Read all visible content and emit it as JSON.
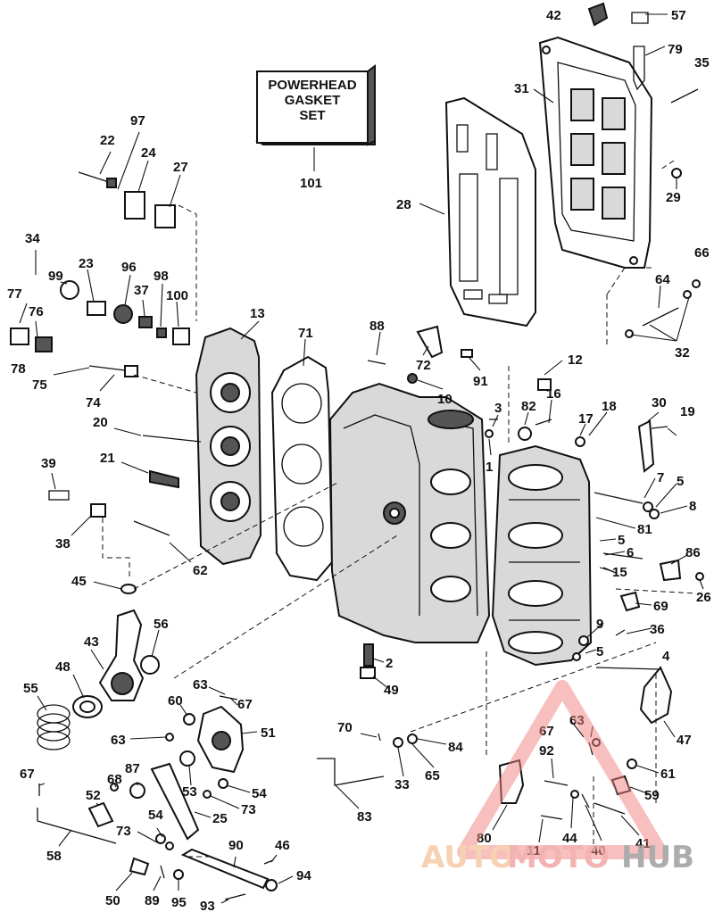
{
  "gasket_set": {
    "line1": "POWERHEAD",
    "line2": "GASKET",
    "line3": "SET"
  },
  "watermark": {
    "part1": "AUTO",
    "part2": "MOTO",
    "part3": "HUB",
    "color_auto": "#f5c9a6",
    "color_moto": "#f3a6a6",
    "color_hub": "#9e9e9e",
    "triangle_color": "#f08080"
  },
  "callouts": {
    "n1": "1",
    "n2": "2",
    "n3": "3",
    "n4": "4",
    "n5a": "5",
    "n5b": "5",
    "n5c": "5",
    "n6": "6",
    "n7": "7",
    "n8": "8",
    "n9": "9",
    "n10": "10",
    "n11": "11",
    "n12": "12",
    "n13": "13",
    "n15": "15",
    "n16": "16",
    "n17": "17",
    "n18": "18",
    "n19": "19",
    "n20": "20",
    "n21": "21",
    "n22": "22",
    "n23": "23",
    "n24": "24",
    "n25": "25",
    "n26": "26",
    "n27": "27",
    "n28": "28",
    "n29": "29",
    "n30": "30",
    "n31": "31",
    "n32": "32",
    "n33": "33",
    "n34": "34",
    "n35": "35",
    "n36": "36",
    "n37": "37",
    "n38": "38",
    "n39": "39",
    "n40": "40",
    "n41": "41",
    "n42": "42",
    "n43": "43",
    "n44": "44",
    "n45": "45",
    "n46": "46",
    "n47": "47",
    "n48": "48",
    "n49": "49",
    "n50": "50",
    "n51": "51",
    "n52": "52",
    "n53": "53",
    "n54a": "54",
    "n54b": "54",
    "n55": "55",
    "n56": "56",
    "n57": "57",
    "n58": "58",
    "n59": "59",
    "n60": "60",
    "n61": "61",
    "n62": "62",
    "n63a": "63",
    "n63b": "63",
    "n63c": "63",
    "n64": "64",
    "n65": "65",
    "n66": "66",
    "n67a": "67",
    "n67b": "67",
    "n67c": "67",
    "n68": "68",
    "n69": "69",
    "n70": "70",
    "n71": "71",
    "n72": "72",
    "n73a": "73",
    "n73b": "73",
    "n74": "74",
    "n75": "75",
    "n76": "76",
    "n77": "77",
    "n78": "78",
    "n79": "79",
    "n80": "80",
    "n81": "81",
    "n82": "82",
    "n83": "83",
    "n84": "84",
    "n86": "86",
    "n87": "87",
    "n88": "88",
    "n89": "89",
    "n90": "90",
    "n91": "91",
    "n92": "92",
    "n93": "93",
    "n94": "94",
    "n95": "95",
    "n96": "96",
    "n97": "97",
    "n98": "98",
    "n99": "99",
    "n100": "100",
    "n101": "101"
  }
}
